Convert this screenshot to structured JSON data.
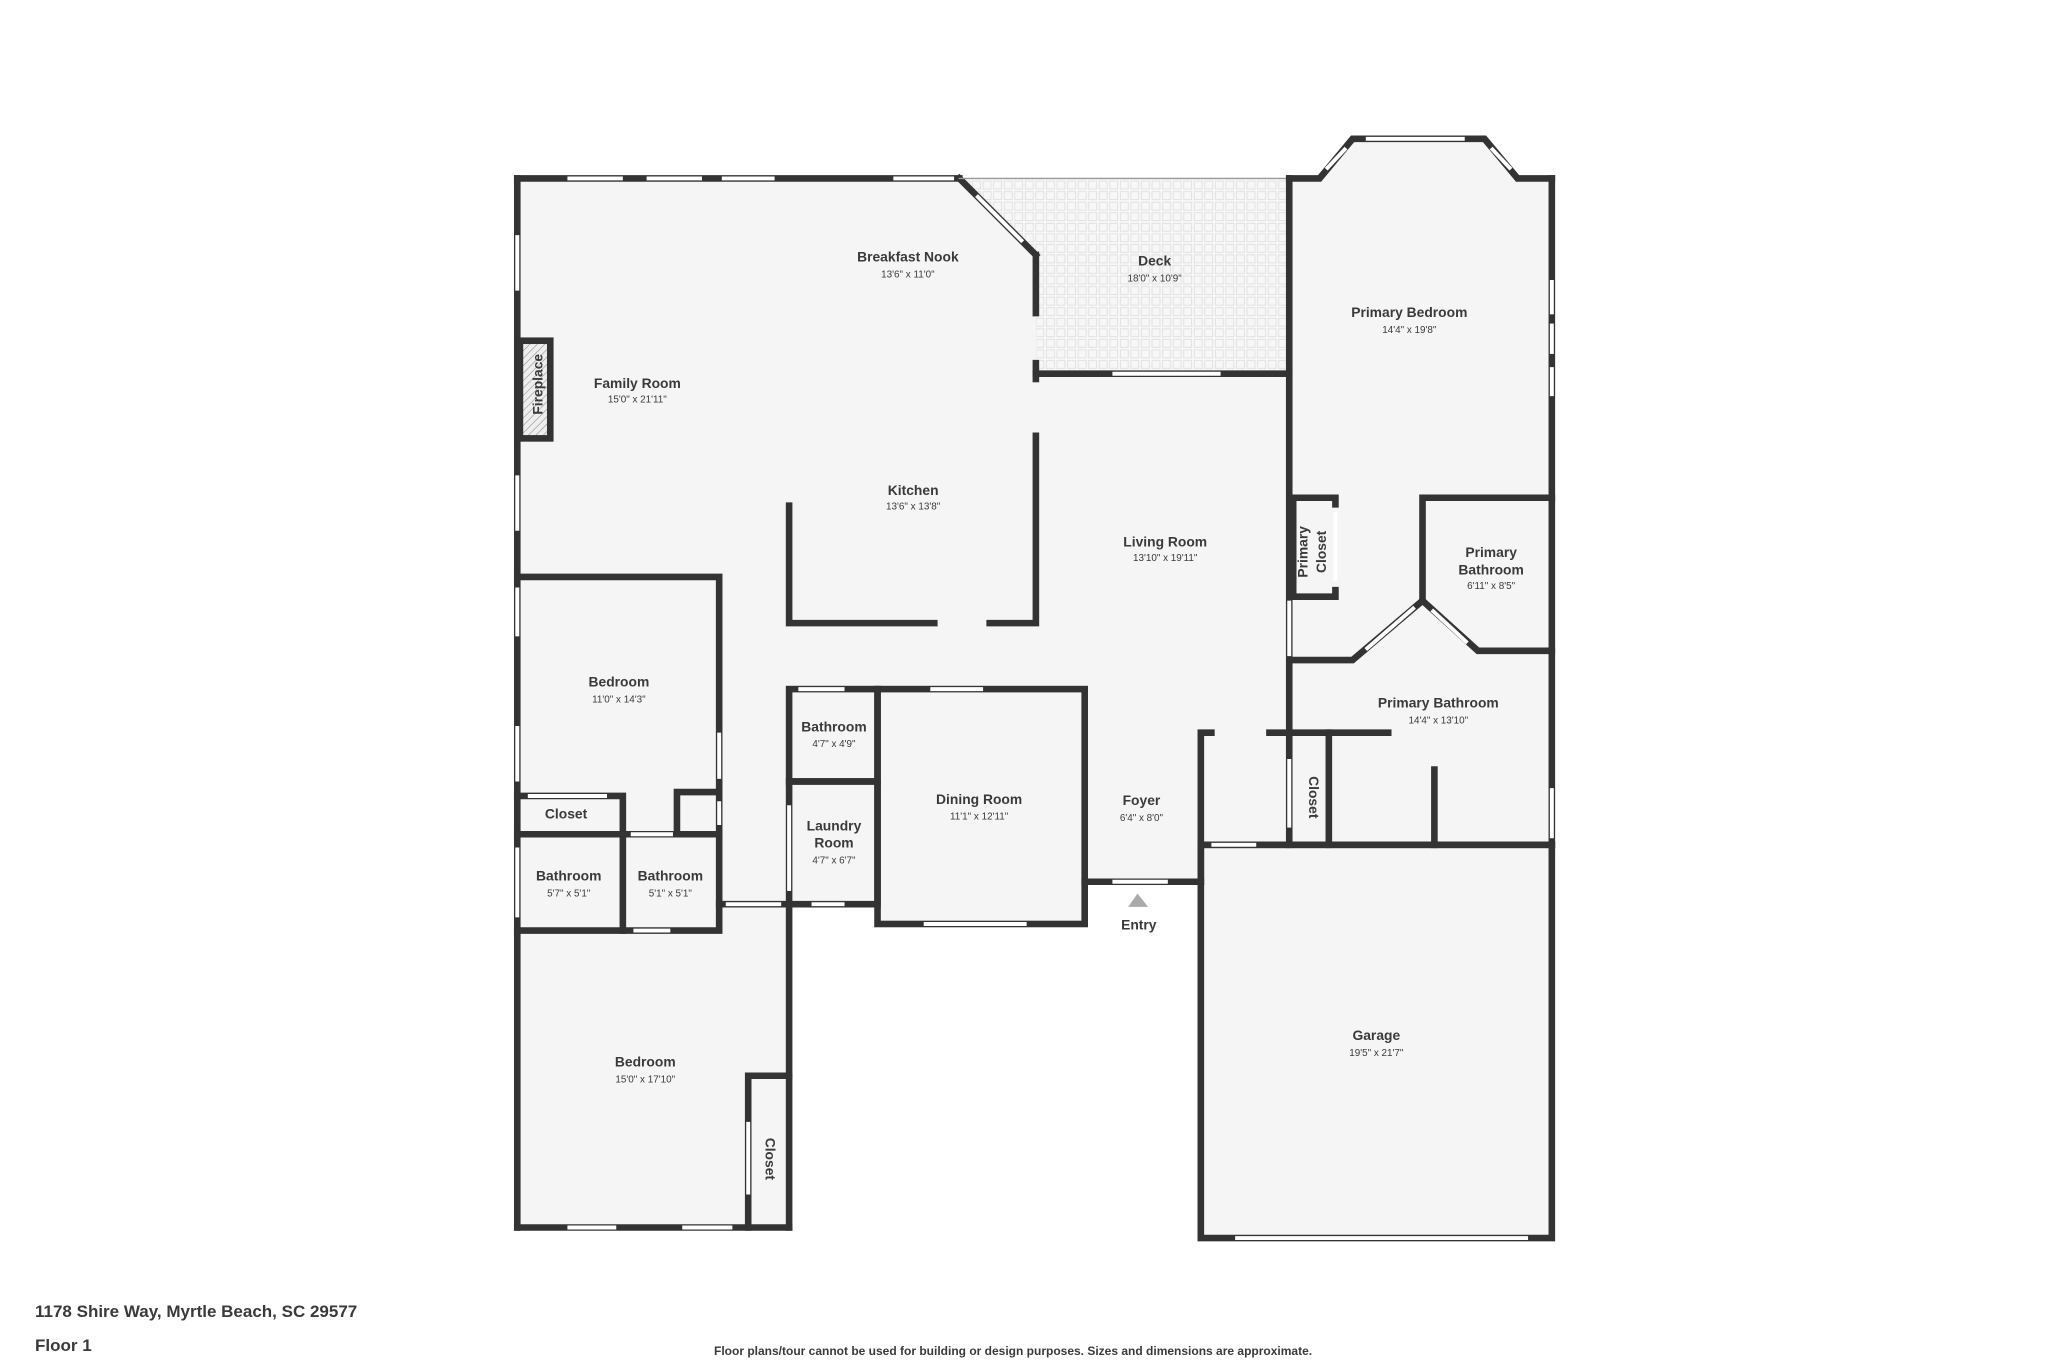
{
  "address": "1178 Shire Way, Myrtle Beach, SC 29577",
  "floor": "Floor 1",
  "disclaimer": "Floor plans/tour cannot be used for building or design purposes. Sizes and dimensions are approximate.",
  "colors": {
    "wall": "#333333",
    "floor": "#f5f5f5",
    "entry_arrow": "#aaaaaa"
  },
  "rooms": {
    "breakfast_nook": {
      "name": "Breakfast Nook",
      "dims": "13'6\" x 11'0\""
    },
    "deck": {
      "name": "Deck",
      "dims": "18'0\" x 10'9\""
    },
    "primary_bedroom": {
      "name": "Primary Bedroom",
      "dims": "14'4\" x 19'8\""
    },
    "family_room": {
      "name": "Family Room",
      "dims": "15'0\" x 21'11\""
    },
    "fireplace": {
      "name": "Fireplace"
    },
    "kitchen": {
      "name": "Kitchen",
      "dims": "13'6\" x 13'8\""
    },
    "living_room": {
      "name": "Living Room",
      "dims": "13'10\" x 19'11\""
    },
    "primary_closet": {
      "name_1": "Primary",
      "name_2": "Closet"
    },
    "primary_bathroom_small": {
      "name_1": "Primary",
      "name_2": "Bathroom",
      "dims": "6'11\" x 8'5\""
    },
    "primary_bathroom": {
      "name": "Primary Bathroom",
      "dims": "14'4\" x 13'10\""
    },
    "bedroom_1": {
      "name": "Bedroom",
      "dims": "11'0\" x 14'3\""
    },
    "bathroom_hall": {
      "name": "Bathroom",
      "dims": "4'7\" x 4'9\""
    },
    "dining_room": {
      "name": "Dining Room",
      "dims": "11'1\" x 12'11\""
    },
    "foyer": {
      "name": "Foyer",
      "dims": "6'4\" x 8'0\""
    },
    "closet_primary_bath": {
      "name": "Closet"
    },
    "closet_bedroom_1": {
      "name": "Closet"
    },
    "laundry_room": {
      "name_1": "Laundry",
      "name_2": "Room",
      "dims": "4'7\" x 6'7\""
    },
    "bathroom_a": {
      "name": "Bathroom",
      "dims": "5'7\" x 5'1\""
    },
    "bathroom_b": {
      "name": "Bathroom",
      "dims": "5'1\" x 5'1\""
    },
    "entry": {
      "name": "Entry"
    },
    "garage": {
      "name": "Garage",
      "dims": "19'5\" x 21'7\""
    },
    "bedroom_2": {
      "name": "Bedroom",
      "dims": "15'0\" x 17'10\""
    },
    "closet_bedroom_2": {
      "name": "Closet"
    }
  }
}
